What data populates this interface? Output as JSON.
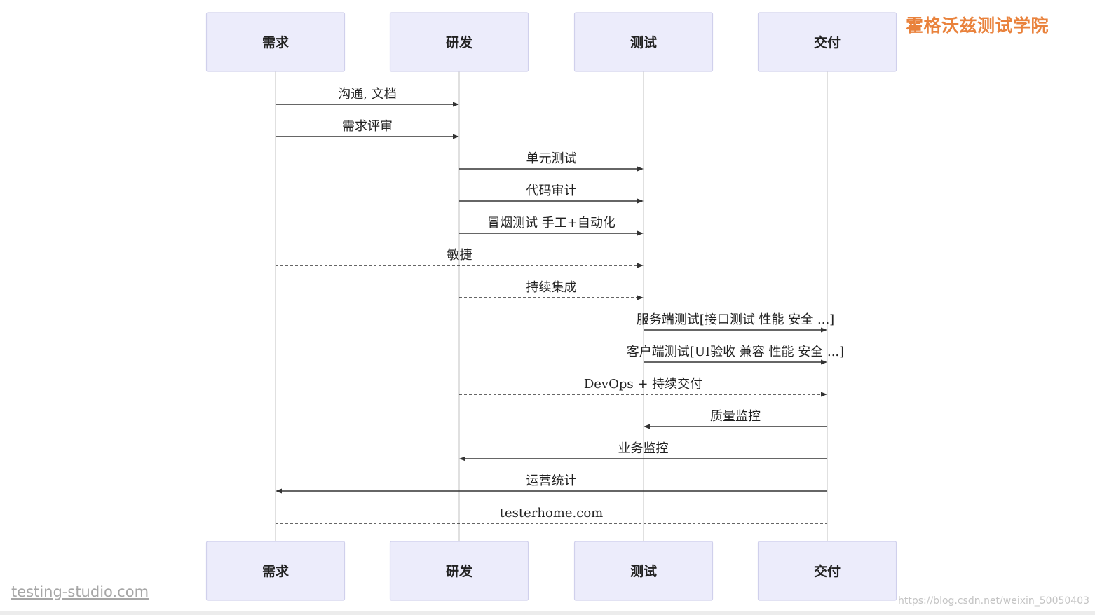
{
  "brand": {
    "title": "霍格沃兹测试学院"
  },
  "watermarks": {
    "left": "testing-studio.com",
    "right": "https://blog.csdn.net/weixin_50050403"
  },
  "colors": {
    "brand": "#e9823c",
    "actor_fill": "#ececfb",
    "actor_border": "#d0d0ec",
    "lifeline": "#d6d6d6",
    "message": "#333333"
  },
  "diagram": {
    "type": "sequence",
    "actors": [
      {
        "id": "req",
        "label": "需求"
      },
      {
        "id": "dev",
        "label": "研发"
      },
      {
        "id": "test",
        "label": "测试"
      },
      {
        "id": "deliver",
        "label": "交付"
      }
    ],
    "messages": [
      {
        "from": "req",
        "to": "dev",
        "label": "沟通, 文档",
        "style": "solid"
      },
      {
        "from": "req",
        "to": "dev",
        "label": "需求评审",
        "style": "solid"
      },
      {
        "from": "dev",
        "to": "test",
        "label": "单元测试",
        "style": "solid"
      },
      {
        "from": "dev",
        "to": "test",
        "label": "代码审计",
        "style": "solid"
      },
      {
        "from": "dev",
        "to": "test",
        "label": "冒烟测试 手工+自动化",
        "style": "solid"
      },
      {
        "from": "req",
        "to": "test",
        "label": "敏捷",
        "style": "dashed"
      },
      {
        "from": "dev",
        "to": "test",
        "label": "持续集成",
        "style": "dashed"
      },
      {
        "from": "test",
        "to": "deliver",
        "label": "服务端测试[接口测试 性能 安全 ...]",
        "style": "solid"
      },
      {
        "from": "test",
        "to": "deliver",
        "label": "客户端测试[UI验收 兼容 性能 安全 ...]",
        "style": "solid"
      },
      {
        "from": "dev",
        "to": "deliver",
        "label": "DevOps + 持续交付",
        "style": "dashed"
      },
      {
        "from": "deliver",
        "to": "test",
        "label": "质量监控",
        "style": "solid"
      },
      {
        "from": "deliver",
        "to": "dev",
        "label": "业务监控",
        "style": "solid"
      },
      {
        "from": "deliver",
        "to": "req",
        "label": "运营统计",
        "style": "solid"
      },
      {
        "from": "req",
        "to": "deliver",
        "label": "testerhome.com",
        "style": "dashed",
        "arrow": false
      }
    ]
  }
}
